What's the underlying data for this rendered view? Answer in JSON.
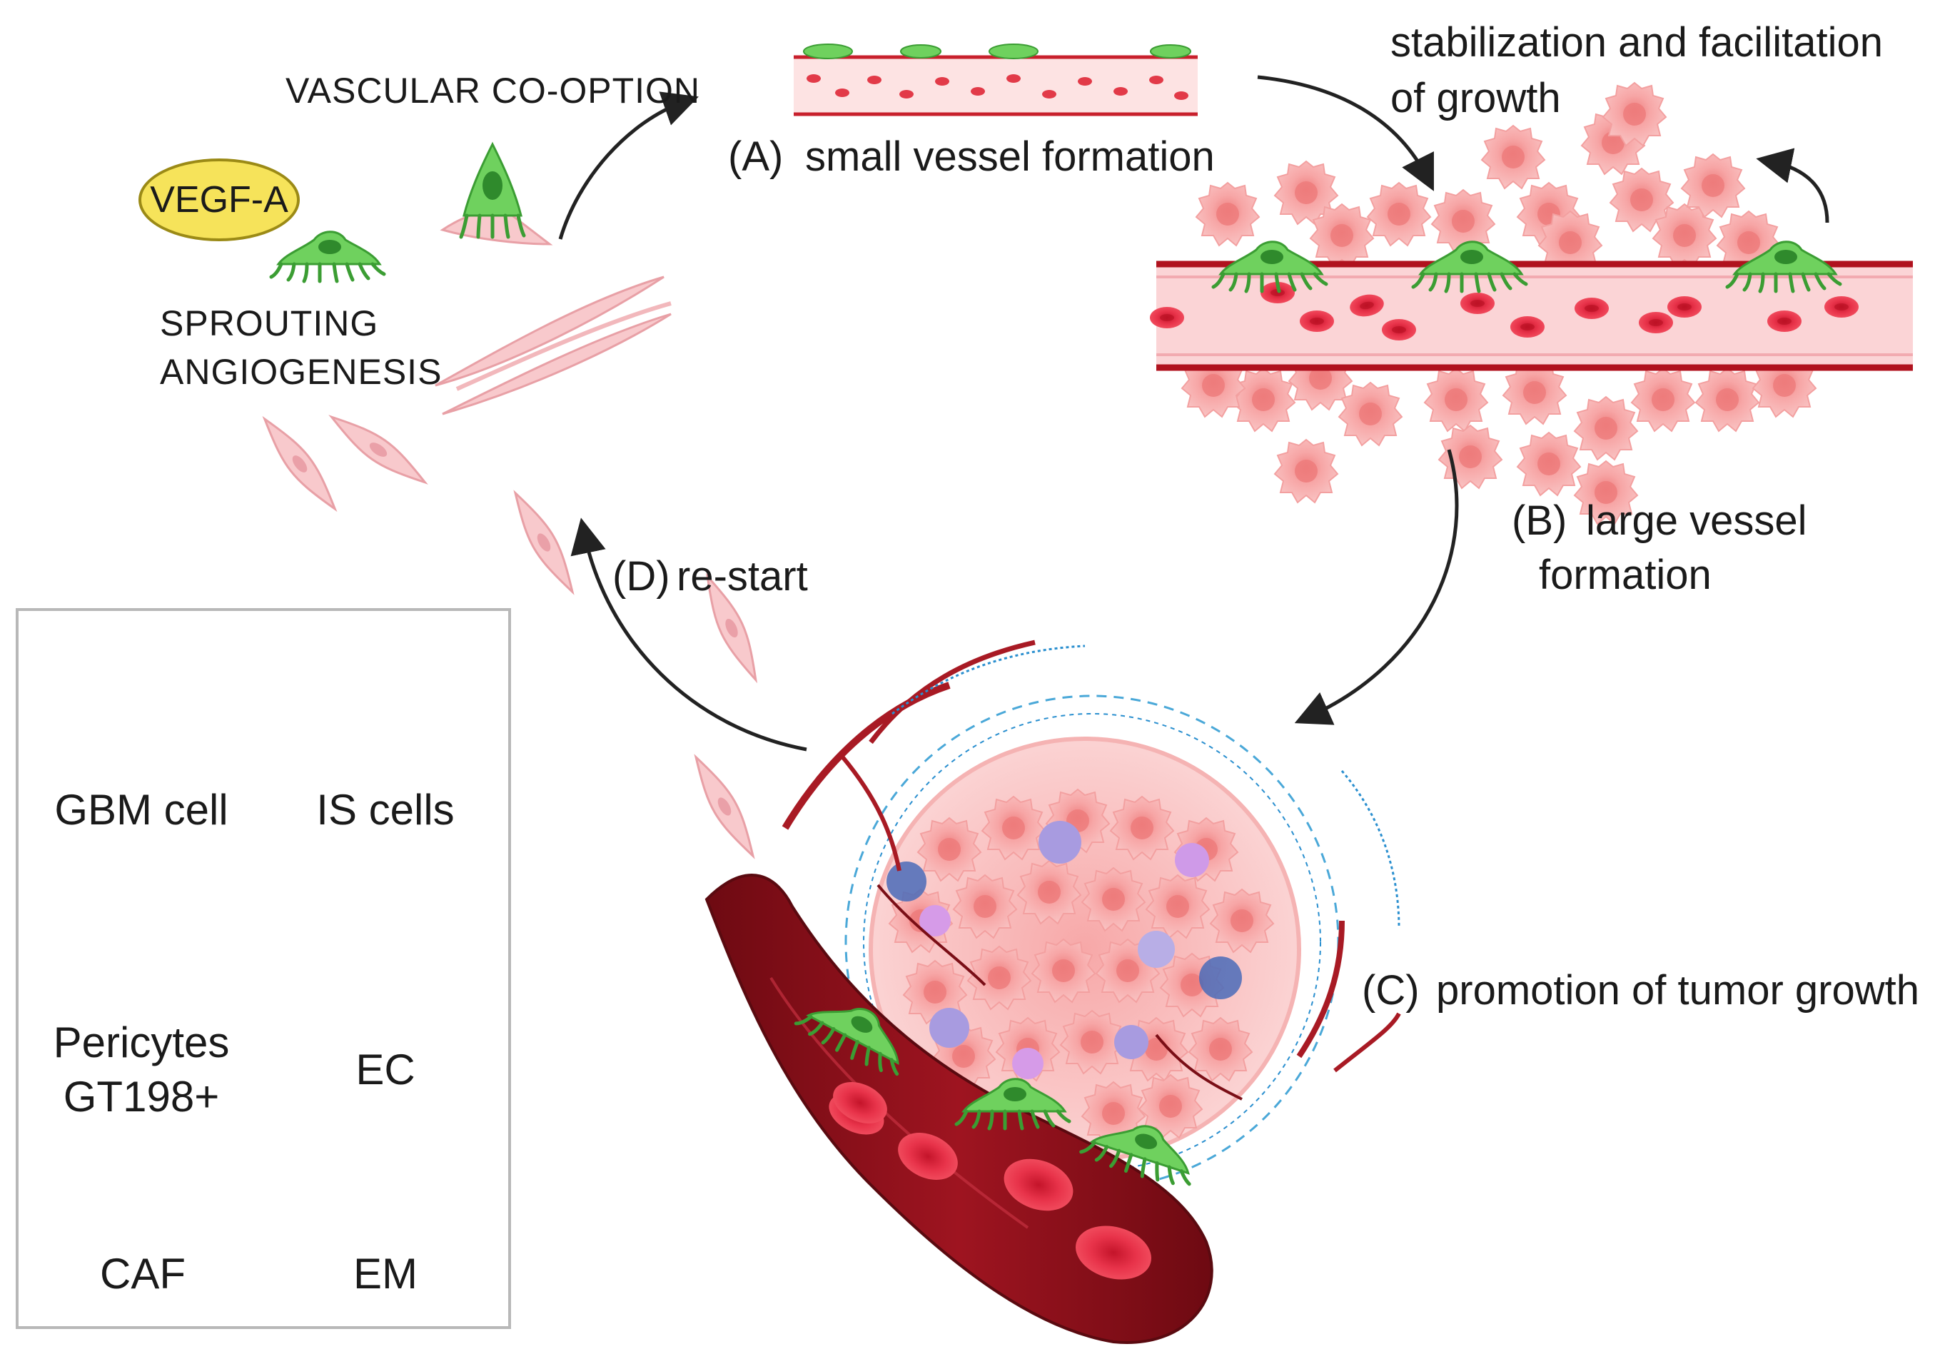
{
  "labels": {
    "vascular_cooption": "VASCULAR CO-OPTION",
    "vegf": "VEGF-A",
    "sprouting_line1": "SPROUTING",
    "sprouting_line2": "ANGIOGENESIS",
    "step_a_marker": "(A)",
    "step_a_text": "small vessel formation",
    "stabilization_line1": "stabilization and facilitation",
    "stabilization_line2": "of growth",
    "step_b_marker": "(B)",
    "step_b_line1": "large vessel",
    "step_b_line2": "formation",
    "step_c_marker": "(C)",
    "step_c_text": "promotion of tumor growth",
    "step_d_marker": "(D)",
    "step_d_text": "re-start"
  },
  "legend": {
    "gbm": "GBM cell",
    "is": "IS cells",
    "pericytes_line1": "Pericytes",
    "pericytes_line2": "GT198+",
    "ec": "EC",
    "caf": "CAF",
    "em": "EM"
  },
  "colors": {
    "gbm_cell": "#f59a9a",
    "pericyte": "#5cc94f",
    "red_blood_cell": "#e0283a",
    "vessel_wall": "#b0121e",
    "ec_cell": "#f2b8bc",
    "extracellular_matrix": "#2a8fcf",
    "vegf_fill": "#f6e35a",
    "arrow": "#222222"
  }
}
